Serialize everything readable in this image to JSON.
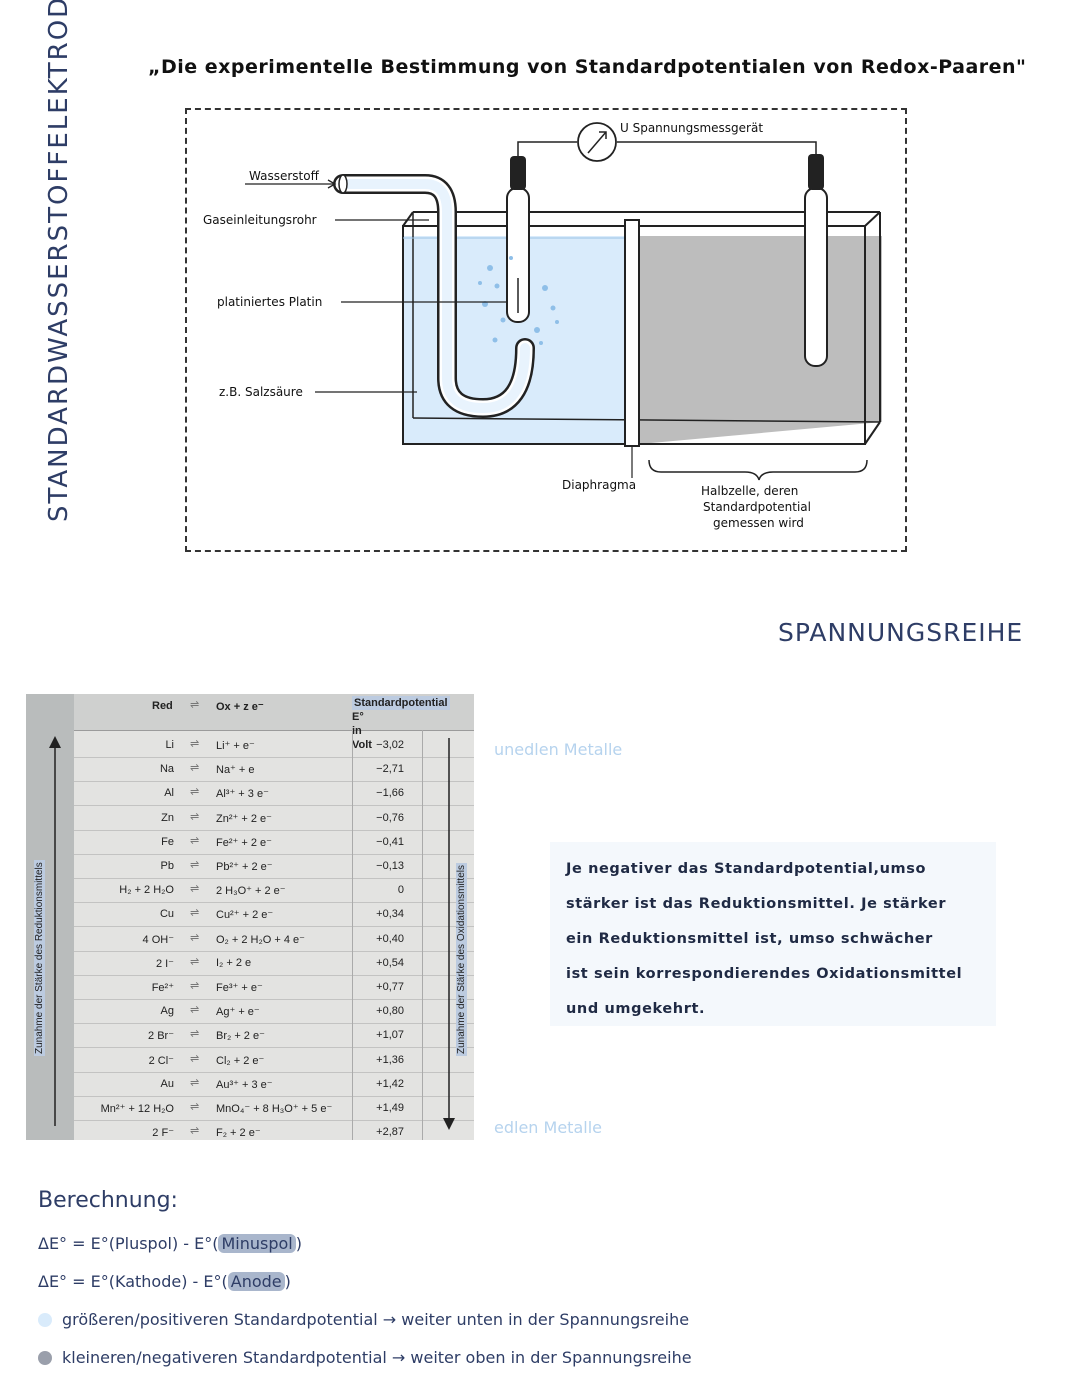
{
  "side_title": "STANDARDWASSERSTOFFELEKTRODE",
  "main_title": "„Die experimentelle Bestimmung von Standardpotentialen von Redox-Paaren\"",
  "diagram": {
    "labels": {
      "voltmeter": "U Spannungsmessgerät",
      "hydrogen": "Wasserstoff",
      "gas_tube": "Gaseinleitungsrohr",
      "platinum": "platiniertes Platin",
      "acid": "z.B. Salzsäure",
      "diaphragm": "Diaphragma",
      "halfcell_line1": "Halbzelle, deren",
      "halfcell_line2": "Standardpotential",
      "halfcell_line3": "gemessen wird"
    }
  },
  "section_title": "SPANNUNGSREIHE",
  "table": {
    "headers": {
      "red": "Red",
      "ox": "Ox + z e⁻",
      "std_line1": "Standardpotential",
      "std_line2": "E° in Volt"
    },
    "left_axis": "Zunahme der Stärke des Reduktionsmittels",
    "right_axis": "Zunahme der Stärke des Oxidationsmittels",
    "rows": [
      {
        "red": "Li",
        "ox": "Li⁺ + e⁻",
        "e0": "−3,02"
      },
      {
        "red": "Na",
        "ox": "Na⁺ + e",
        "e0": "−2,71"
      },
      {
        "red": "Al",
        "ox": "Al³⁺ + 3 e⁻",
        "e0": "−1,66"
      },
      {
        "red": "Zn",
        "ox": "Zn²⁺ + 2 e⁻",
        "e0": "−0,76"
      },
      {
        "red": "Fe",
        "ox": "Fe²⁺ + 2 e⁻",
        "e0": "−0,41"
      },
      {
        "red": "Pb",
        "ox": "Pb²⁺ + 2 e⁻",
        "e0": "−0,13"
      },
      {
        "red": "H₂ + 2 H₂O",
        "ox": "2 H₃O⁺ + 2 e⁻",
        "e0": "0"
      },
      {
        "red": "Cu",
        "ox": "Cu²⁺ + 2 e⁻",
        "e0": "+0,34"
      },
      {
        "red": "4 OH⁻",
        "ox": "O₂ + 2 H₂O + 4 e⁻",
        "e0": "+0,40"
      },
      {
        "red": "2 I⁻",
        "ox": "I₂ + 2 e",
        "e0": "+0,54"
      },
      {
        "red": "Fe²⁺",
        "ox": "Fe³⁺ + e⁻",
        "e0": "+0,77"
      },
      {
        "red": "Ag",
        "ox": "Ag⁺ + e⁻",
        "e0": "+0,80"
      },
      {
        "red": "2 Br⁻",
        "ox": "Br₂ + 2 e⁻",
        "e0": "+1,07"
      },
      {
        "red": "2 Cl⁻",
        "ox": "Cl₂ + 2 e⁻",
        "e0": "+1,36"
      },
      {
        "red": "Au",
        "ox": "Au³⁺ + 3 e⁻",
        "e0": "+1,42"
      },
      {
        "red": "Mn²⁺ + 12 H₂O",
        "ox": "MnO₄⁻ + 8 H₃O⁺ + 5 e⁻",
        "e0": "+1,49"
      },
      {
        "red": "2 F⁻",
        "ox": "F₂ + 2 e⁻",
        "e0": "+2,87"
      }
    ]
  },
  "notes": {
    "unedel": "unedlen Metalle",
    "edel": "edlen Metalle",
    "rule_lines": [
      "Je negativer das Standardpotential,umso",
      "stärker ist das Reduktionsmittel. Je stärker",
      "ein Reduktionsmittel ist, umso schwächer",
      "ist sein korrespondierendes Oxidationsmittel",
      "und umgekehrt."
    ]
  },
  "calc": {
    "title": "Berechnung:",
    "formula1_prefix": "ΔE° = E°(Pluspol) - E°(",
    "formula1_hl": "Minuspol",
    "formula1_suffix": ")",
    "formula2_prefix": "ΔE° = E°(Kathode) - E°(",
    "formula2_hl": "Anode",
    "formula2_suffix": ")",
    "bullet1": "größeren/positiveren Standardpotential → weiter unten in der Spannungsreihe",
    "bullet2": "kleineren/negativeren Standardpotential → weiter oben in der Spannungsreihe"
  },
  "colors": {
    "acid": "#d9ebfb",
    "halfcell": "#bdbdbd",
    "bullet_light": "#d9ebfb",
    "bullet_dark": "#9a9fab"
  }
}
